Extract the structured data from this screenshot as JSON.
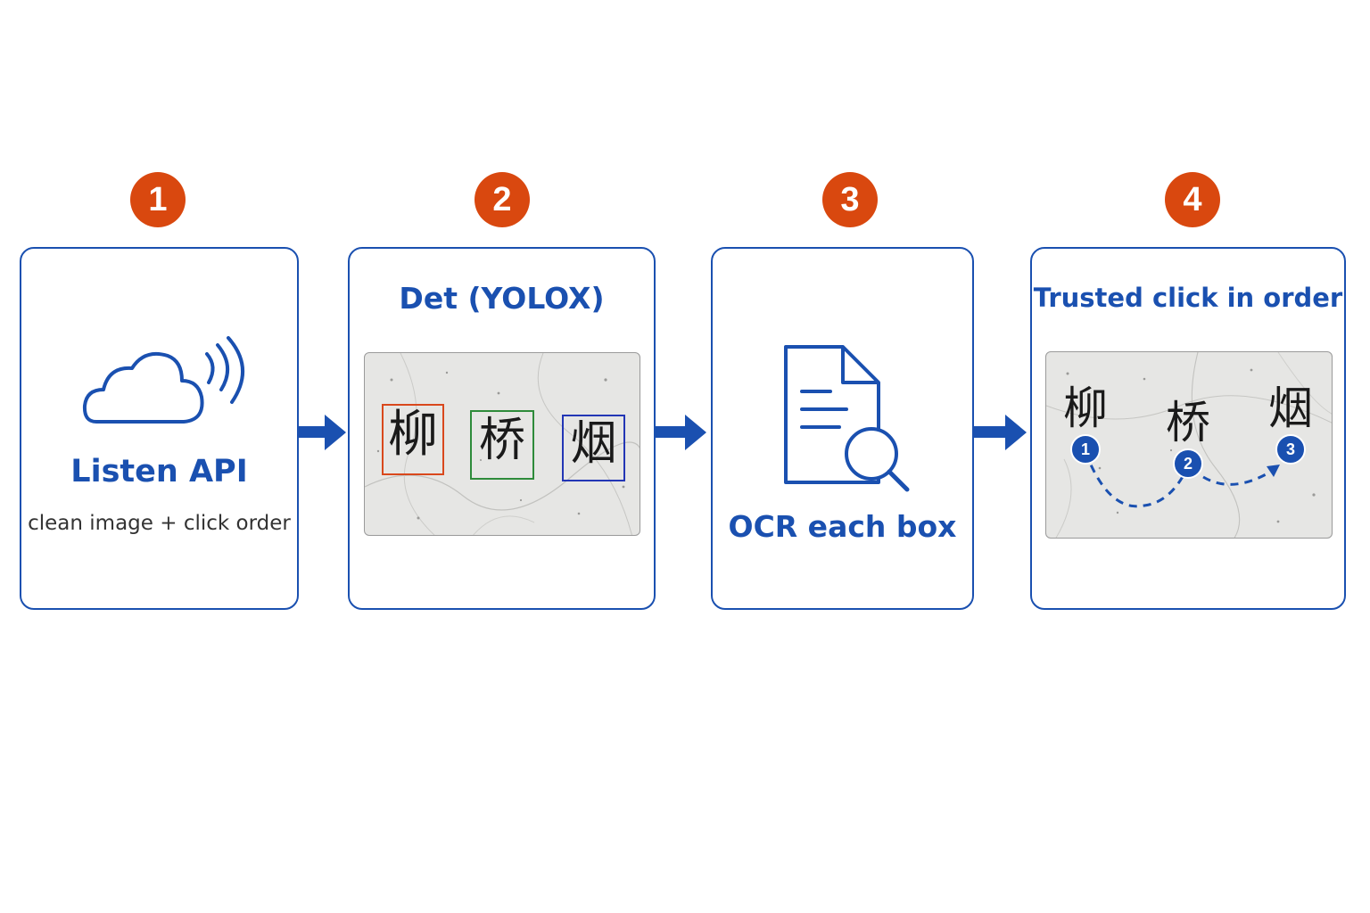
{
  "steps": [
    {
      "number": "1",
      "title": "Listen API",
      "subtitle": "clean image + click order",
      "icon": "cloud-signal-icon"
    },
    {
      "number": "2",
      "title": "Det (YOLOX)",
      "icon": "detection-image",
      "characters": [
        {
          "char": "柳",
          "box_color": "#d9481c"
        },
        {
          "char": "桥",
          "box_color": "#2e8b3a"
        },
        {
          "char": "烟",
          "box_color": "#2336b5"
        }
      ]
    },
    {
      "number": "3",
      "title": "OCR each box",
      "icon": "document-search-icon"
    },
    {
      "number": "4",
      "title": "Trusted click in order",
      "icon": "click-order-image",
      "characters": [
        {
          "char": "柳",
          "order": "1"
        },
        {
          "char": "桥",
          "order": "2"
        },
        {
          "char": "烟",
          "order": "3"
        }
      ]
    }
  ],
  "colors": {
    "accent": "#1a50b0",
    "badge": "#d9480f",
    "stone": "#e6e6e4"
  }
}
